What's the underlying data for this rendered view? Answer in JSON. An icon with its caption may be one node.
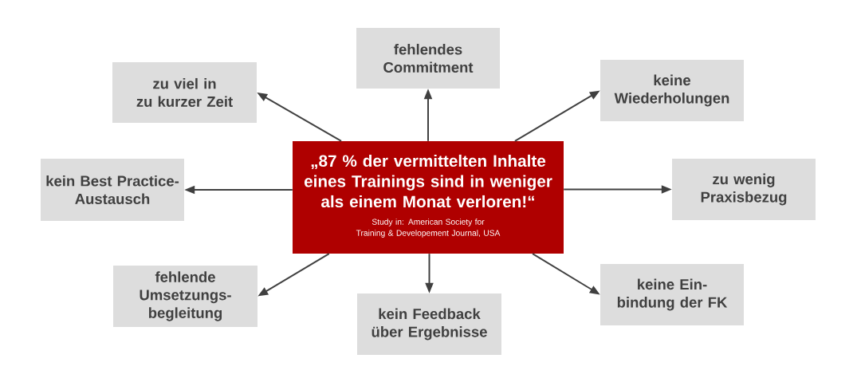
{
  "diagram": {
    "nodes": [
      {
        "text": [
          "„87 % der vermittelten Inhalte eines Trainings sind in weniger als einem Monat verloren!“",
          "Study in: American Society for Training & Developement Journal, USA"
        ]
      },
      {
        "text": [
          "zu viel in zu kurzer Zeit"
        ]
      },
      {
        "text": [
          "fehlendes Commitment"
        ]
      },
      {
        "text": [
          "keine Wiederholungen"
        ]
      },
      {
        "text": [
          "kein Best Practice- Austausch"
        ]
      },
      {
        "text": [
          "zu wenig Praxisbezug"
        ]
      },
      {
        "text": [
          "fehlende Umsetzungs- begleitung"
        ]
      },
      {
        "text": [
          "kein Feedback über Ergebnisse"
        ]
      },
      {
        "text": [
          "keine Ein- bindung der FK"
        ]
      }
    ],
    "edges": [
      {
        "from": 0,
        "to": 1,
        "arrow": "to"
      },
      {
        "from": 0,
        "to": 2,
        "arrow": "to"
      },
      {
        "from": 0,
        "to": 3,
        "arrow": "to"
      },
      {
        "from": 0,
        "to": 4,
        "arrow": "to"
      },
      {
        "from": 0,
        "to": 5,
        "arrow": "to"
      },
      {
        "from": 0,
        "to": 6,
        "arrow": "to"
      },
      {
        "from": 0,
        "to": 7,
        "arrow": "to"
      },
      {
        "from": 0,
        "to": 8,
        "arrow": "to"
      }
    ]
  }
}
